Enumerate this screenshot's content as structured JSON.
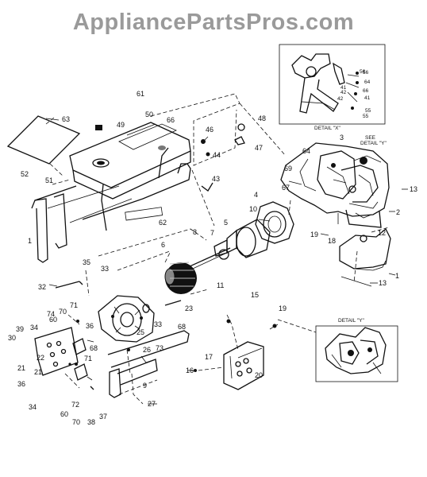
{
  "watermark": "AppliancePartsPros.com",
  "details": {
    "x": {
      "label": "DETAIL \"X\""
    },
    "y": {
      "label": "DETAIL \"Y\""
    },
    "see_detail_y": {
      "line1": "SEE",
      "line2": "DETAIL \"Y\""
    }
  },
  "callouts": {
    "c1a": "1",
    "c1b": "1",
    "c2": "2",
    "c3": "3",
    "c4": "4",
    "c5": "5",
    "c6": "6",
    "c7": "7",
    "c8": "8",
    "c9": "9",
    "c10": "10",
    "c11": "11",
    "c12": "12",
    "c13a": "13",
    "c13b": "13",
    "c15": "15",
    "c16": "16",
    "c17": "17",
    "c18": "18",
    "c19a": "19",
    "c19b": "19",
    "c20": "20",
    "c21a": "21",
    "c21b": "21",
    "c22": "22",
    "c23": "23",
    "c25": "25",
    "c26": "26",
    "c27": "27",
    "c30": "30",
    "c32": "32",
    "c33a": "33",
    "c33b": "33",
    "c34a": "34",
    "c34b": "34",
    "c35": "35",
    "c36a": "36",
    "c36b": "36",
    "c37": "37",
    "c38": "38",
    "c39": "39",
    "c41": "41",
    "c42": "42",
    "c43": "43",
    "c44": "44",
    "c46": "46",
    "c47": "47",
    "c48": "48",
    "c49": "49",
    "c50": "50",
    "c51": "51",
    "c52": "52",
    "c55": "55",
    "c56": "56",
    "c60a": "60",
    "c60b": "60",
    "c61": "61",
    "c62": "62",
    "c63": "63",
    "c64": "64",
    "c66": "66",
    "c67": "67",
    "c68a": "68",
    "c68b": "68",
    "c69": "69",
    "c70a": "70",
    "c70b": "70",
    "c71a": "71",
    "c71b": "71",
    "c72": "72",
    "c73": "73",
    "c74": "74",
    "cx56": "56",
    "cx64": "64",
    "cx66": "66",
    "cx41": "41",
    "cx42": "42",
    "cx55": "55"
  }
}
